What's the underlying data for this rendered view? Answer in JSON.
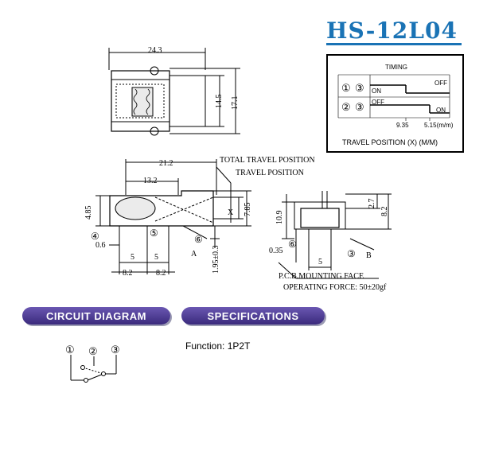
{
  "title": "HS-12L04",
  "dimensions": {
    "top_width": "24.3",
    "top_h1": "14.5",
    "top_h2": "17.1",
    "side_w1": "21.2",
    "side_w2": "13.2",
    "side_h": "4.85",
    "travel_h": "7.85",
    "travel_x": "X",
    "pin_offset": "0.6",
    "pitch_a": "5",
    "pitch_b": "5",
    "pin_span_a": "8.2",
    "pin_span_b": "8.2",
    "pcb_gap": "1.95±0.3",
    "end_h1": "10.9",
    "end_h2": "2.7",
    "end_h3": "8.2",
    "end_offset": "0.35",
    "end_pitch": "5"
  },
  "labels": {
    "total_travel": "TOTAL TRAVEL POSITION",
    "travel": "TRAVEL POSITION",
    "pcb_face": "P.C.B.MOUNTING FACE",
    "operating_force": "OPERATING FORCE: 50±20gf",
    "point_a": "A",
    "point_b": "B"
  },
  "callouts": [
    "④",
    "⑤",
    "⑥",
    "⑥",
    "③"
  ],
  "timing": {
    "title": "TIMING",
    "row1_pins": [
      "①",
      "③"
    ],
    "row2_pins": [
      "②",
      "③"
    ],
    "row1_on": "ON",
    "row1_off": "OFF",
    "row2_off": "OFF",
    "row2_on": "ON",
    "tick_a": "9.35",
    "tick_b": "5.15(m/m)",
    "caption": "TRAVEL POSITION (X)  (M/M)"
  },
  "sections": {
    "circuit": "CIRCUIT DIAGRAM",
    "specs": "SPECIFICATIONS"
  },
  "circuit_pins": [
    "①",
    "②",
    "③"
  ],
  "specs": {
    "function": "Function: 1P2T"
  }
}
